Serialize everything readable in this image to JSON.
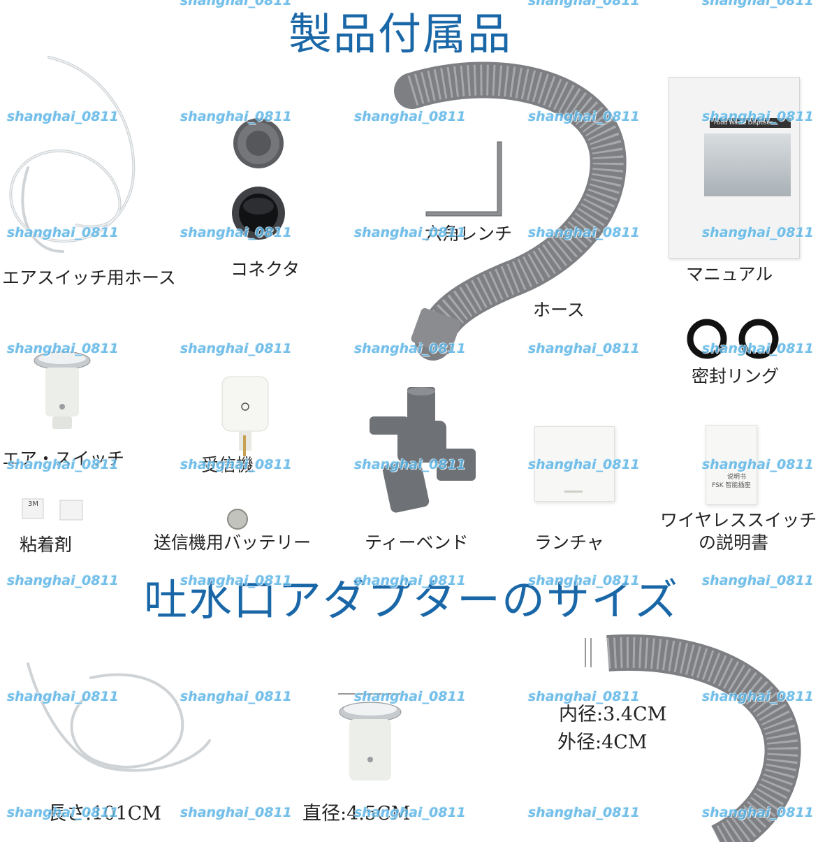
{
  "headings": {
    "accessories": "製品付属品",
    "adapter_size": "吐水口アダプターのサイズ"
  },
  "watermark": "shanghai_0811",
  "items": {
    "air_switch_hose": "エアスイッチ用ホース",
    "connector": "コネクタ",
    "hex_wrench": "六角レンチ",
    "hose": "ホース",
    "manual": "マニュアル",
    "seal_ring": "密封リング",
    "air_switch": "エア・スイッチ",
    "receiver": "受信機",
    "tee_bend": "ティーベンド",
    "launcher": "ランチャ",
    "wireless_switch_manual_line1": "ワイヤレススイッチ",
    "wireless_switch_manual_line2": "の説明書",
    "adhesive": "粘着剤",
    "transmitter_battery": "送信機用バッテリー"
  },
  "printed": {
    "manual_cover_title": "Food Waste Disposer",
    "tape_brand": "3M",
    "leaflet_brand": "FSK 智能插座",
    "leaflet_title": "说明书"
  },
  "sizes": {
    "hose_length": "長さ:101CM",
    "switch_diameter": "直径:4.5CM",
    "inner_diameter": "内径:3.4CM",
    "outer_diameter": "外径:4CM"
  },
  "colors": {
    "heading": "#1a67a8",
    "watermark": "#5bb5e6",
    "hose_gray": "#7d7f82"
  }
}
